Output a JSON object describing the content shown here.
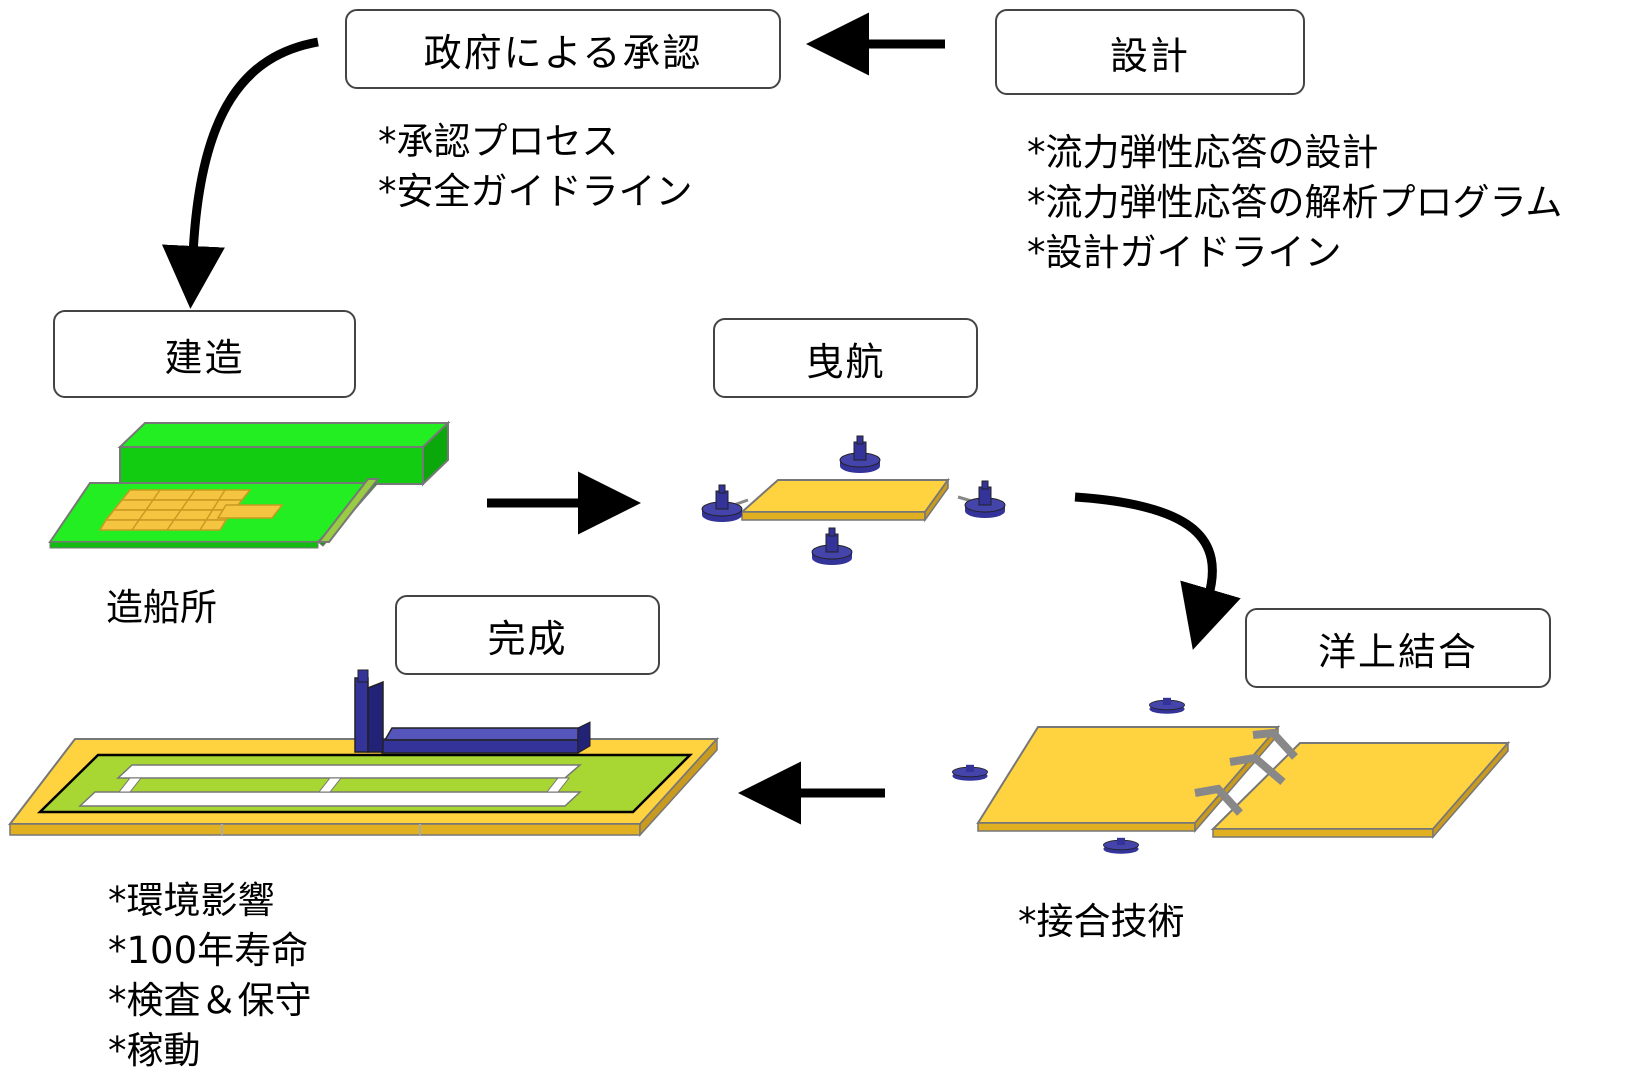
{
  "stages": {
    "approval": "政府による承認",
    "design": "設計",
    "construction": "建造",
    "towing": "曳航",
    "ocean_joining": "洋上結合",
    "completion": "完成"
  },
  "notes": {
    "approval": [
      "*承認プロセス",
      "*安全ガイドライン"
    ],
    "design": [
      "*流力弾性応答の設計",
      "*流力弾性応答の解析プログラム",
      "*設計ガイドライン"
    ],
    "joining": [
      "*接合技術"
    ],
    "completion": [
      "*環境影響",
      "*100年寿命",
      "*検査＆保守",
      "*稼動"
    ]
  },
  "shipyard_label": "造船所",
  "colors": {
    "shipyard_green": "#22ee22",
    "module_yellow": "#ffd23f",
    "tug_blue": "#333399",
    "deck_green": "#a8d633",
    "connector_gray": "#999999",
    "arrow": "#000000"
  }
}
